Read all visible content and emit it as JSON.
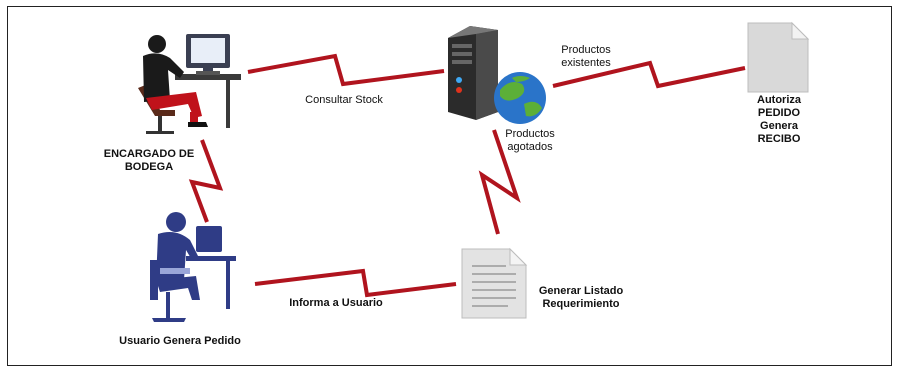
{
  "nodes": {
    "encargado": {
      "label": "ENCARGADO DE\nBODEGA",
      "icon": "office-worker-computer-icon"
    },
    "server": {
      "icon": "server-globe-icon"
    },
    "autoriza_doc": {
      "label": "Autoriza\nPEDIDO\nGenera\nRECIBO",
      "icon": "document-icon"
    },
    "listado_doc": {
      "label": "Generar Listado\nRequerimiento",
      "icon": "document-icon"
    },
    "usuario": {
      "label": "Usuario Genera Pedido",
      "icon": "user-computer-icon"
    }
  },
  "edges": {
    "consultar_stock": "Consultar Stock",
    "productos_existentes": "Productos\nexistentes",
    "productos_agotados": "Productos\nagotados",
    "informa_usuario": "Informa a Usuario"
  },
  "colors": {
    "connector": "#b0141e",
    "person_dark": "#1a1a1a",
    "person_red": "#c0121b",
    "user_blue": "#2f3c86",
    "server_dark": "#2b2b2b",
    "globe_blue": "#2a74c9",
    "globe_green": "#5caf38",
    "doc_grey": "#d9d9d9"
  }
}
